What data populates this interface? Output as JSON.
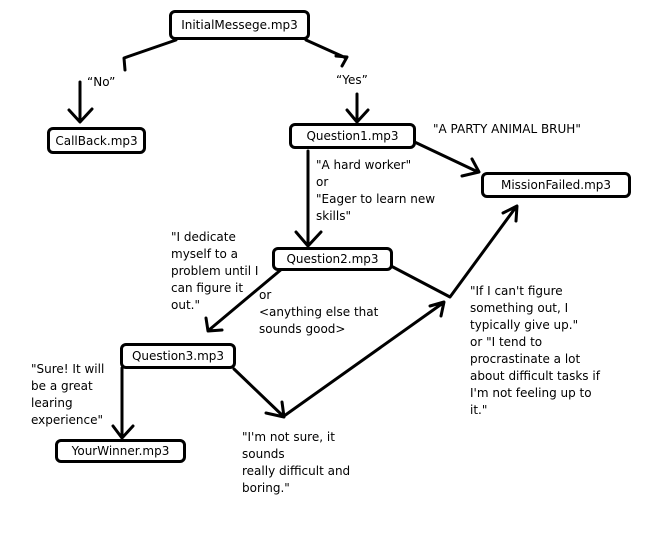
{
  "nodes": {
    "initial": "InitialMessege.mp3",
    "callback": "CallBack.mp3",
    "question1": "Question1.mp3",
    "mission_failed": "MissionFailed.mp3",
    "question2": "Question2.mp3",
    "question3": "Question3.mp3",
    "winner": "YourWinner.mp3"
  },
  "labels": {
    "no": "“No”",
    "yes": "“Yes”",
    "party_animal": "\"A PARTY ANIMAL BRUH\"",
    "hard_worker": "\"A hard worker\"\nor\n\"Eager to learn new\nskills\"",
    "dedicate": "\"I dedicate\nmyself to a\nproblem until I\ncan figure it\nout.\"",
    "or_anything": "or\n<anything else that\nsounds good>",
    "give_up": "\"If I can't figure\nsomething out, I\ntypically give up.\"\n or \"I tend to\nprocrastinate a lot\nabout difficult tasks if\nI'm not feeling up to\nit.\"",
    "sure": "\"Sure! It will\nbe a great\nlearing\nexperience\"",
    "not_sure": "\"I'm not sure, it\nsounds\nreally difficult and\nboring.\""
  },
  "edges": [
    {
      "from": "initial",
      "to": "callback",
      "label": "no"
    },
    {
      "from": "initial",
      "to": "question1",
      "label": "yes"
    },
    {
      "from": "question1",
      "to": "mission_failed",
      "label": "party_animal"
    },
    {
      "from": "question1",
      "to": "question2",
      "label": "hard_worker"
    },
    {
      "from": "question2",
      "to": "question3",
      "label": "dedicate"
    },
    {
      "from": "question2",
      "to": "mission_failed",
      "label": "give_up"
    },
    {
      "from": "question3",
      "to": "winner",
      "label": "sure"
    },
    {
      "from": "question3",
      "to": "mission_failed",
      "label": "not_sure"
    }
  ]
}
